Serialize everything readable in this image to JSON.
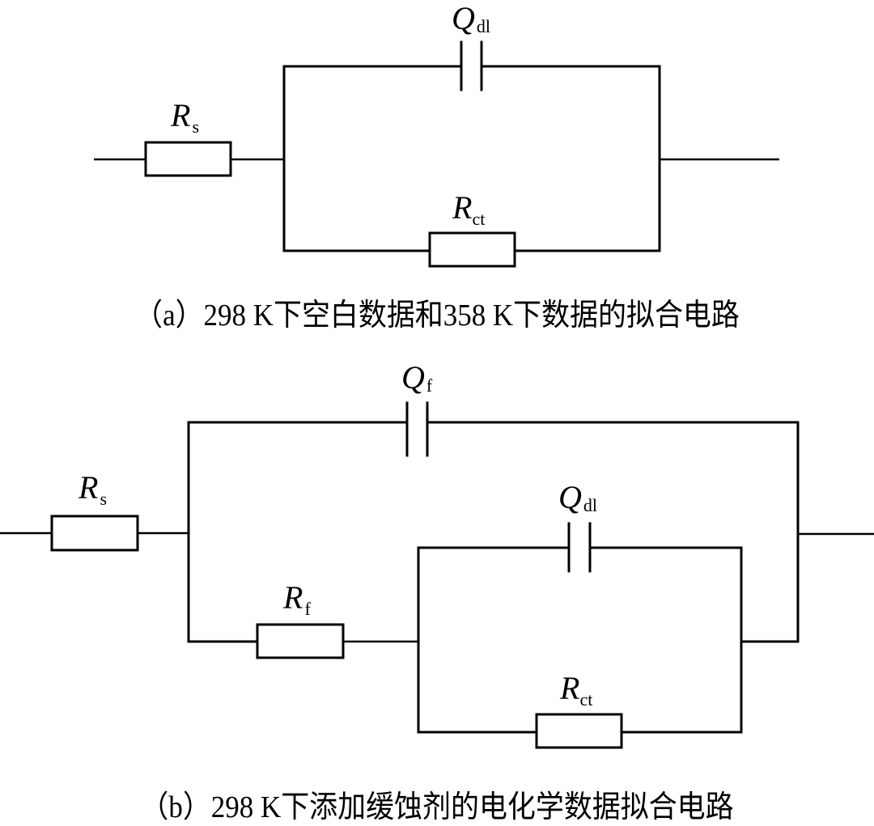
{
  "figure_a": {
    "caption": "（a）298 K下空白数据和358 K下数据的拟合电路",
    "components": [
      {
        "id": "Rs",
        "type": "resistor",
        "symbol": "R",
        "subscript": "s"
      },
      {
        "id": "Qdl",
        "type": "cpe",
        "symbol": "Q",
        "subscript": "dl"
      },
      {
        "id": "Rct",
        "type": "resistor",
        "symbol": "R",
        "subscript": "ct"
      }
    ],
    "topology": "Rs-(Qdl||Rct)"
  },
  "figure_b": {
    "caption": "（b）298 K下添加缓蚀剂的电化学数据拟合电路",
    "components": [
      {
        "id": "Rs",
        "type": "resistor",
        "symbol": "R",
        "subscript": "s"
      },
      {
        "id": "Qf",
        "type": "cpe",
        "symbol": "Q",
        "subscript": "f"
      },
      {
        "id": "Rf",
        "type": "resistor",
        "symbol": "R",
        "subscript": "f"
      },
      {
        "id": "Qdl",
        "type": "cpe",
        "symbol": "Q",
        "subscript": "dl"
      },
      {
        "id": "Rct",
        "type": "resistor",
        "symbol": "R",
        "subscript": "ct"
      }
    ],
    "topology": "Rs-(Qf||(Rf-(Qdl||Rct)))"
  }
}
